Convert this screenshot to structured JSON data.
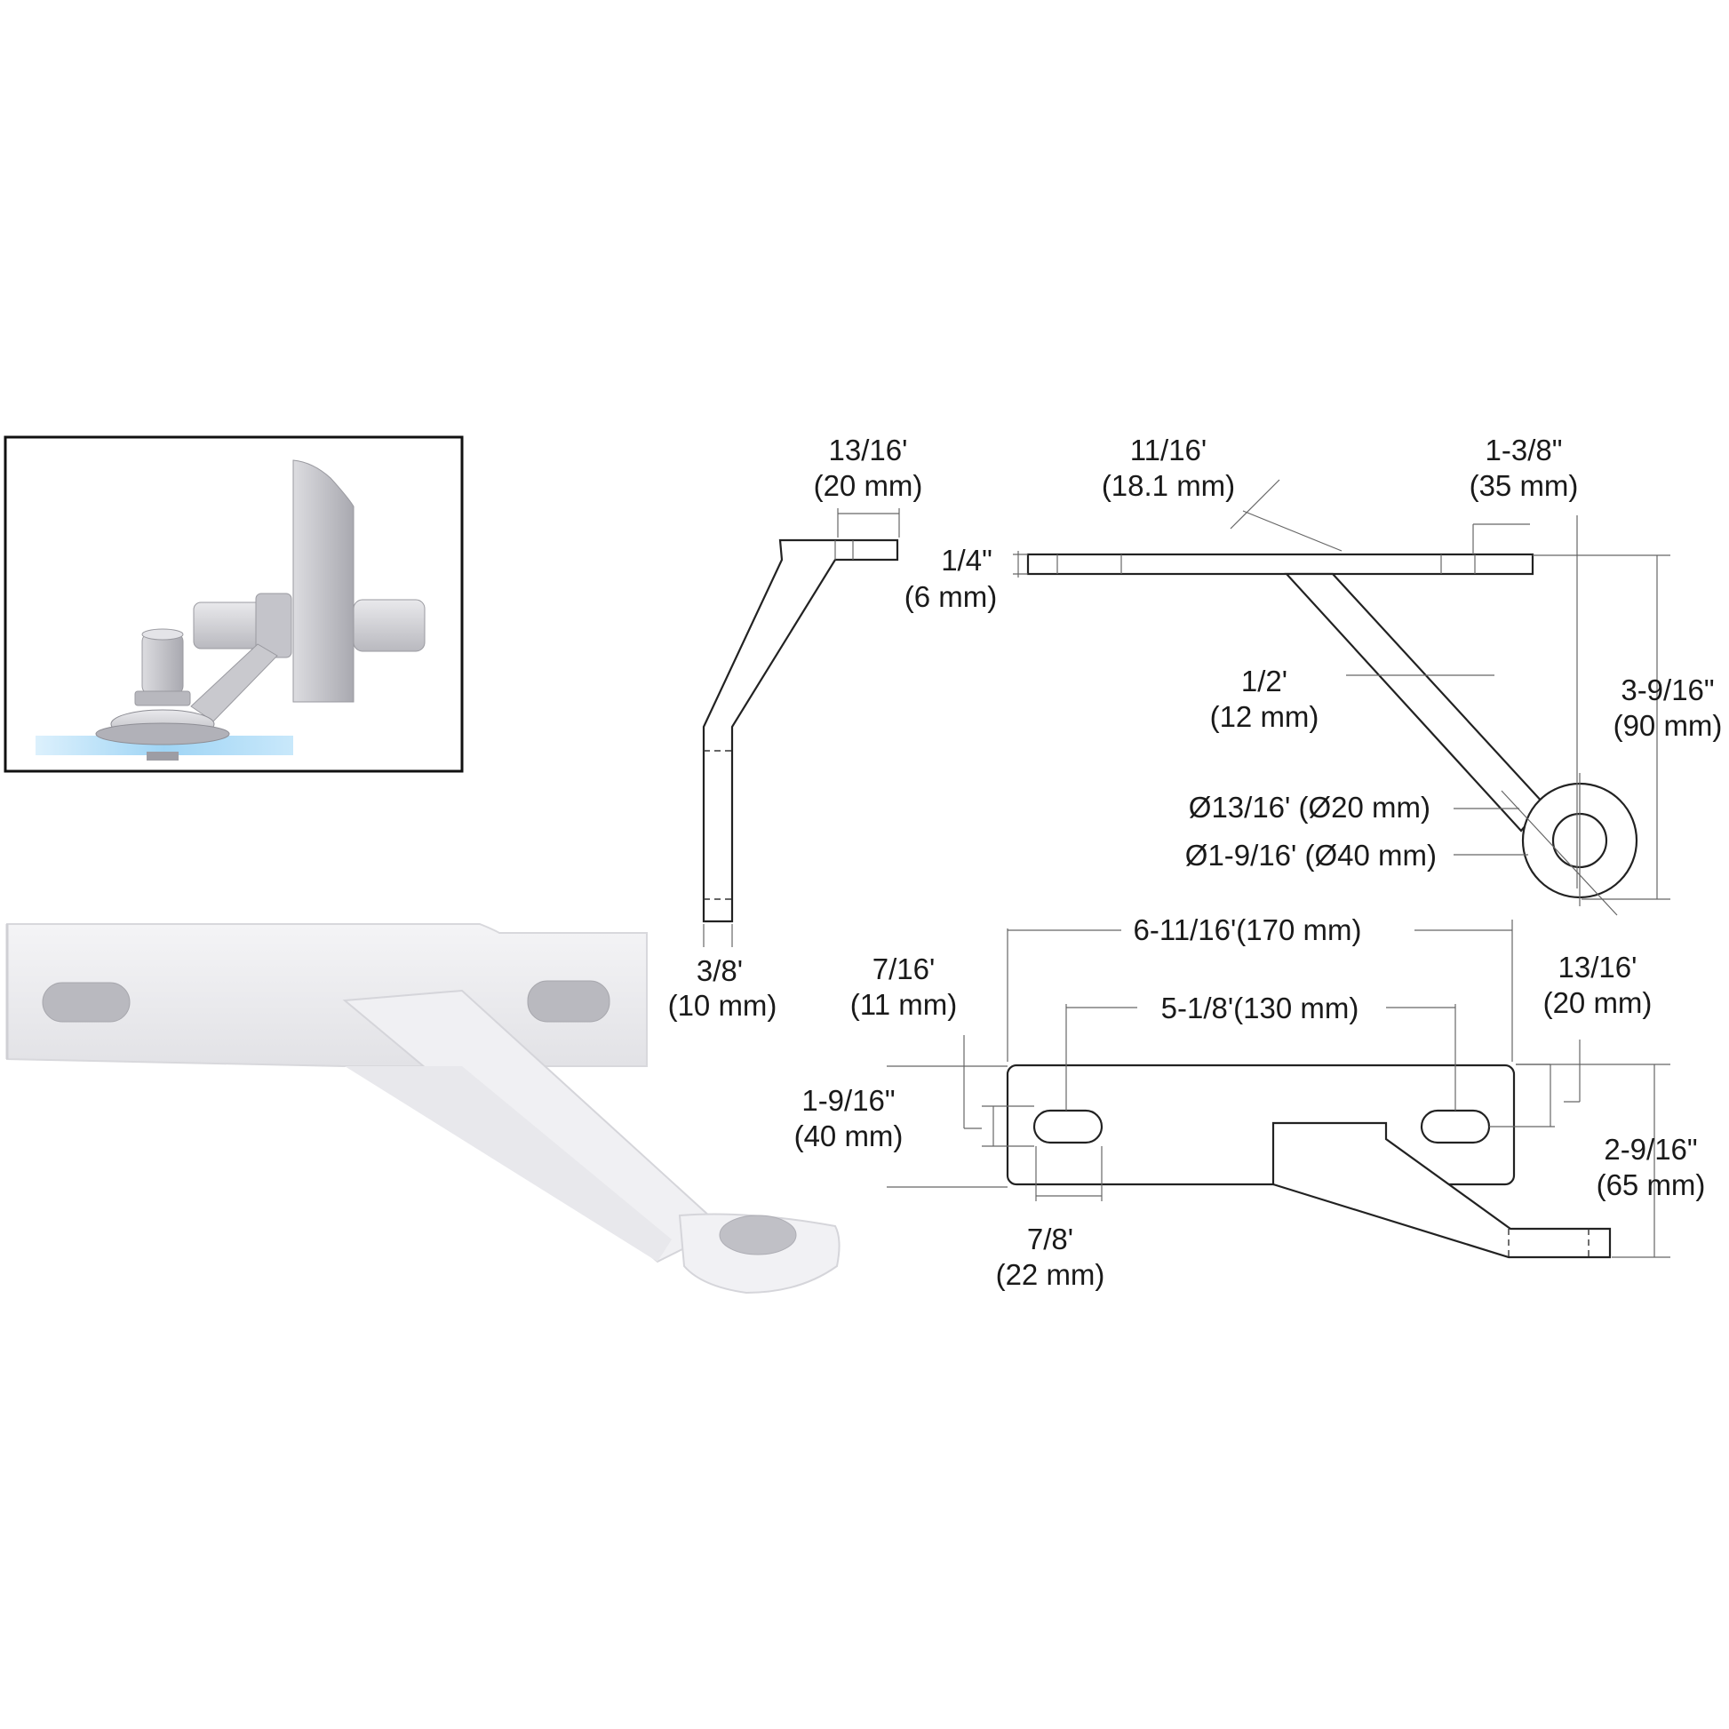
{
  "dimensions": {
    "side_top_width": {
      "inch": "13/16'",
      "mm": "(20 mm)"
    },
    "side_bottom_width": {
      "inch": "3/8'",
      "mm": "(10 mm)"
    },
    "top_offset": {
      "inch": "11/16'",
      "mm": "(18.1 mm)"
    },
    "top_tab": {
      "inch": "1-3/8\"",
      "mm": "(35 mm)"
    },
    "top_thickness": {
      "inch": "1/4\"",
      "mm": "(6 mm)"
    },
    "arm_width": {
      "inch": "1/2'",
      "mm": "(12 mm)"
    },
    "arm_drop": {
      "inch": "3-9/16\"",
      "mm": "(90 mm)"
    },
    "hole_dia": "Ø13/16' (Ø20 mm)",
    "boss_dia": "Ø1-9/16' (Ø40 mm)",
    "overall_length": "6-11/16'(170 mm)",
    "slot_spacing": "5-1/8'(130 mm)",
    "slot_height": {
      "inch": "7/16'",
      "mm": "(11 mm)"
    },
    "plate_height": {
      "inch": "1-9/16\"",
      "mm": "(40 mm)"
    },
    "slot_length": {
      "inch": "7/8'",
      "mm": "(22 mm)"
    },
    "front_tab": {
      "inch": "13/16'",
      "mm": "(20 mm)"
    },
    "total_height": {
      "inch": "2-9/16\"",
      "mm": "(65 mm)"
    }
  },
  "icons": [
    "installed-fitting-render",
    "bracket-product-render"
  ],
  "colors": {
    "glass": "#9fd4f2",
    "metal": "#cfcfd3",
    "frame": "#111111"
  }
}
